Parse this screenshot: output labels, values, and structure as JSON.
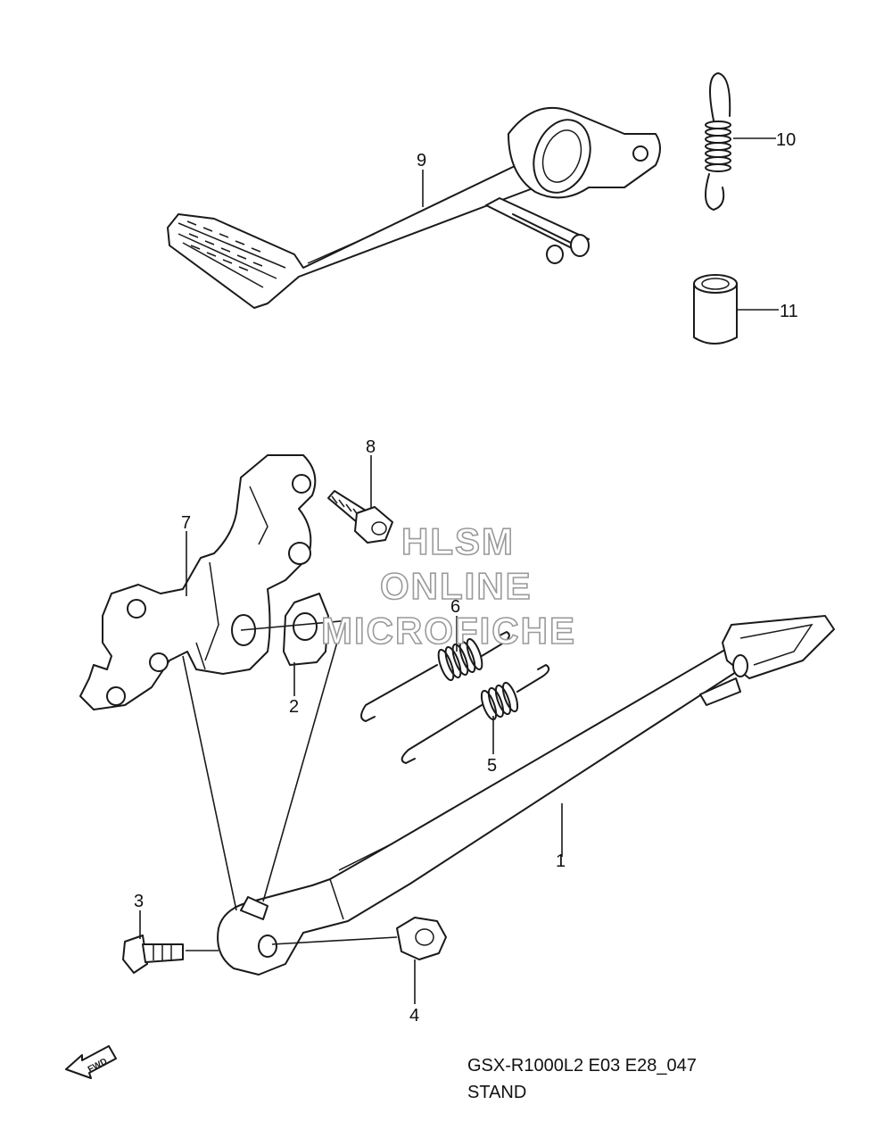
{
  "callouts": {
    "c1": "1",
    "c2": "2",
    "c3": "3",
    "c4": "4",
    "c5": "5",
    "c6": "6",
    "c7": "7",
    "c8": "8",
    "c9": "9",
    "c10": "10",
    "c11": "11"
  },
  "watermark": {
    "line1": "HLSM",
    "line2": "ONLINE",
    "line3": "MICROFICHE"
  },
  "caption": {
    "model_code": "GSX-R1000L2 E03 E28_047",
    "section_name": "STAND"
  },
  "forward_arrow": {
    "label": "FWD",
    "icon": "forward-arrow-icon"
  }
}
